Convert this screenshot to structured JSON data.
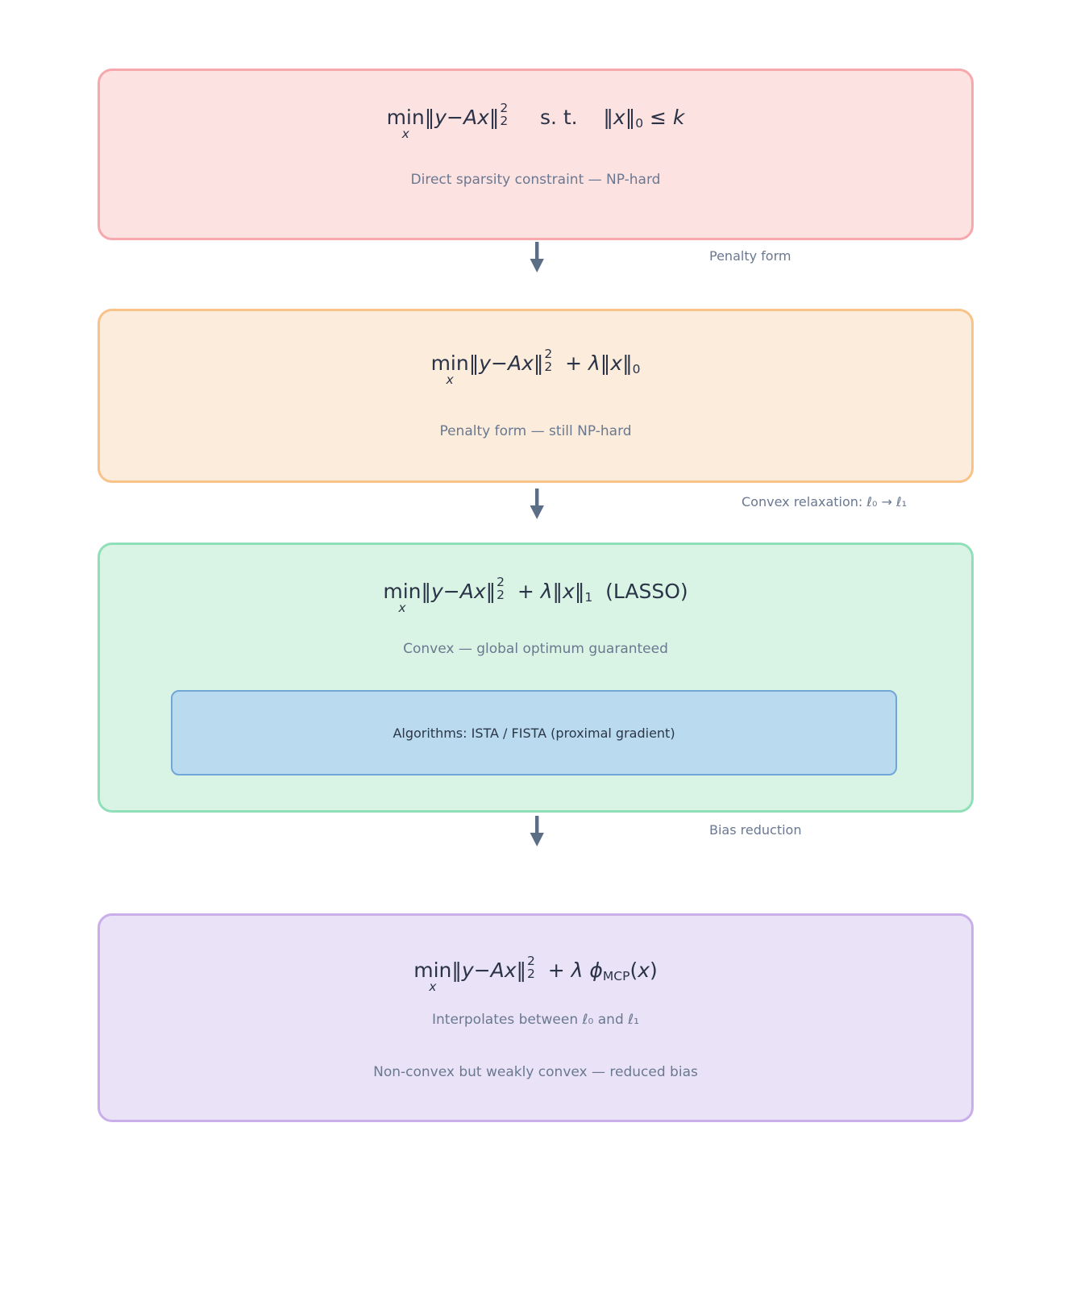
{
  "colors": {
    "page_bg": "#ffffff",
    "formula_text": "#2a3347",
    "subtitle_text": "#6a7890",
    "arrow": "#5c6e85",
    "arrow_label_text": "#6a7890"
  },
  "boxes": [
    {
      "name": "l0-constrained",
      "bg": "#fde2e2",
      "border": "#f6a8ac",
      "formula": [
        {
          "k": "underset",
          "base": "min",
          "under": "x"
        },
        {
          "k": "rm",
          "t": "‖"
        },
        {
          "k": "it",
          "t": "y"
        },
        {
          "k": "rm",
          "t": "−"
        },
        {
          "k": "it",
          "t": "Ax"
        },
        {
          "k": "rm",
          "t": "‖"
        },
        {
          "k": "supsub",
          "sup": "2",
          "sub": "2"
        },
        {
          "k": "sp",
          "t": "    "
        },
        {
          "k": "rm",
          "t": "s. t."
        },
        {
          "k": "sp",
          "t": "    "
        },
        {
          "k": "rm",
          "t": "‖"
        },
        {
          "k": "it",
          "t": "x"
        },
        {
          "k": "rm",
          "t": "‖"
        },
        {
          "k": "sub",
          "t": "0"
        },
        {
          "k": "rm",
          "t": " ≤ "
        },
        {
          "k": "it",
          "t": "k"
        }
      ],
      "subtitle": "Direct sparsity constraint — NP-hard"
    },
    {
      "name": "l0-penalty",
      "bg": "#fcecdb",
      "border": "#f8c289",
      "formula": [
        {
          "k": "underset",
          "base": "min",
          "under": "x"
        },
        {
          "k": "rm",
          "t": "‖"
        },
        {
          "k": "it",
          "t": "y"
        },
        {
          "k": "rm",
          "t": "−"
        },
        {
          "k": "it",
          "t": "Ax"
        },
        {
          "k": "rm",
          "t": "‖"
        },
        {
          "k": "supsub",
          "sup": "2",
          "sub": "2"
        },
        {
          "k": "rm",
          "t": " + "
        },
        {
          "k": "it",
          "t": "λ"
        },
        {
          "k": "rm",
          "t": "‖"
        },
        {
          "k": "it",
          "t": "x"
        },
        {
          "k": "rm",
          "t": "‖"
        },
        {
          "k": "sub",
          "t": "0"
        }
      ],
      "subtitle": "Penalty form — still NP-hard"
    },
    {
      "name": "lasso",
      "bg": "#d9f4e4",
      "border": "#8fe0b8",
      "formula": [
        {
          "k": "underset",
          "base": "min",
          "under": "x"
        },
        {
          "k": "rm",
          "t": "‖"
        },
        {
          "k": "it",
          "t": "y"
        },
        {
          "k": "rm",
          "t": "−"
        },
        {
          "k": "it",
          "t": "Ax"
        },
        {
          "k": "rm",
          "t": "‖"
        },
        {
          "k": "supsub",
          "sup": "2",
          "sub": "2"
        },
        {
          "k": "rm",
          "t": " + "
        },
        {
          "k": "it",
          "t": "λ"
        },
        {
          "k": "rm",
          "t": "‖"
        },
        {
          "k": "it",
          "t": "x"
        },
        {
          "k": "rm",
          "t": "‖"
        },
        {
          "k": "sub",
          "t": "1"
        },
        {
          "k": "sp",
          "t": "  "
        },
        {
          "k": "rm",
          "t": "(LASSO)"
        }
      ],
      "subtitle": "Convex — global optimum guaranteed",
      "algorithms": {
        "bg": "#badaef",
        "border": "#70a7d7",
        "text_color": "#2b3747",
        "label": "Algorithms: ISTA / FISTA (proximal gradient)"
      }
    },
    {
      "name": "mcp",
      "bg": "#eae3f8",
      "border": "#c9aee9",
      "formula": [
        {
          "k": "underset",
          "base": "min",
          "under": "x"
        },
        {
          "k": "rm",
          "t": "‖"
        },
        {
          "k": "it",
          "t": "y"
        },
        {
          "k": "rm",
          "t": "−"
        },
        {
          "k": "it",
          "t": "Ax"
        },
        {
          "k": "rm",
          "t": "‖"
        },
        {
          "k": "supsub",
          "sup": "2",
          "sub": "2"
        },
        {
          "k": "rm",
          "t": " + "
        },
        {
          "k": "it",
          "t": "λ"
        },
        {
          "k": "sp",
          "t": " "
        },
        {
          "k": "it",
          "t": "ϕ"
        },
        {
          "k": "sub",
          "t": "MCP"
        },
        {
          "k": "rm",
          "t": "("
        },
        {
          "k": "it",
          "t": "x"
        },
        {
          "k": "rm",
          "t": ")"
        }
      ],
      "subtitle": "Interpolates between ℓ₀ and ℓ₁",
      "subtitle2": "Non-convex but weakly convex — reduced bias"
    }
  ],
  "arrows": [
    {
      "label": "Penalty form"
    },
    {
      "label": "Convex relaxation: ℓ₀ → ℓ₁"
    },
    {
      "label": "Bias reduction"
    }
  ]
}
